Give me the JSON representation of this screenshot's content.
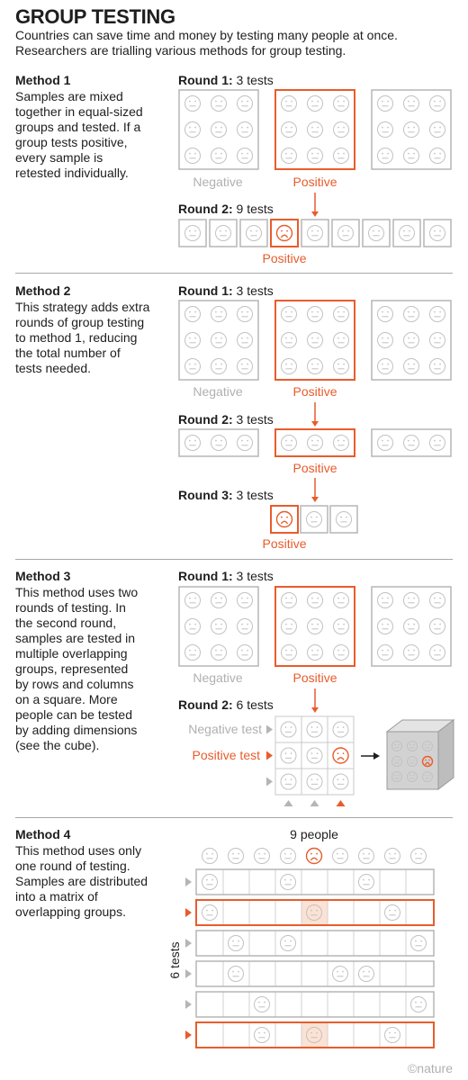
{
  "title": "GROUP TESTING",
  "subtitle_lines": [
    "Countries can save time and money by testing many people at once.",
    "Researchers are trialling various methods for group testing."
  ],
  "colors": {
    "positive": "#e85c2c",
    "negative": "#b0b0b0",
    "text": "#1e1e1e",
    "grid": "#9a9a9a",
    "highlight": "#fbe2d4"
  },
  "methods": [
    {
      "name": "Method 1",
      "desc_lines": [
        "Samples are mixed",
        "together in equal-sized",
        "groups and tested. If a",
        "group tests positive,",
        "every sample is",
        "retested individually."
      ],
      "rounds": [
        {
          "label": "Round 1:",
          "tests": "3 tests"
        },
        {
          "label": "Round 2:",
          "tests": "9 tests"
        }
      ]
    },
    {
      "name": "Method 2",
      "desc_lines": [
        "This strategy adds extra",
        "rounds of group testing",
        "to method 1, reducing",
        "the total number of",
        "tests needed."
      ],
      "rounds": [
        {
          "label": "Round 1:",
          "tests": "3 tests"
        },
        {
          "label": "Round 2:",
          "tests": "3 tests"
        },
        {
          "label": "Round 3:",
          "tests": "3 tests"
        }
      ]
    },
    {
      "name": "Method 3",
      "desc_lines": [
        "This method uses two",
        "rounds of testing. In",
        "the second round,",
        "samples are tested in",
        "multiple overlapping",
        "groups, represented",
        "by rows and columns",
        "on a square. More",
        "people can be tested",
        "by adding dimensions",
        "(see the cube)."
      ],
      "rounds": [
        {
          "label": "Round 1:",
          "tests": "3 tests"
        },
        {
          "label": "Round 2:",
          "tests": "6 tests"
        }
      ]
    },
    {
      "name": "Method 4",
      "desc_lines": [
        "This method uses only",
        "one round of testing.",
        "Samples are distributed",
        "into a matrix of",
        "overlapping groups."
      ]
    }
  ],
  "labels": {
    "negative": "Negative",
    "positive": "Positive",
    "negative_test": "Negative test",
    "positive_test": "Positive test",
    "people": "9 people",
    "tests": "6 tests",
    "credit": "©nature"
  },
  "method1": {
    "round2_positive_index": 3
  },
  "method3": {
    "positive_cell": [
      1,
      2
    ],
    "row_results": [
      "negative",
      "positive",
      "negative"
    ],
    "col_results": [
      "negative",
      "negative",
      "positive"
    ]
  },
  "method4": {
    "positive_person_index": 4,
    "rows": [
      {
        "result": "negative",
        "members": [
          0,
          3,
          6
        ]
      },
      {
        "result": "positive",
        "members": [
          0,
          4,
          7
        ]
      },
      {
        "result": "negative",
        "members": [
          1,
          3,
          8
        ]
      },
      {
        "result": "negative",
        "members": [
          1,
          5,
          6
        ]
      },
      {
        "result": "negative",
        "members": [
          2,
          8
        ]
      },
      {
        "result": "positive",
        "members": [
          2,
          4,
          7
        ]
      }
    ]
  }
}
